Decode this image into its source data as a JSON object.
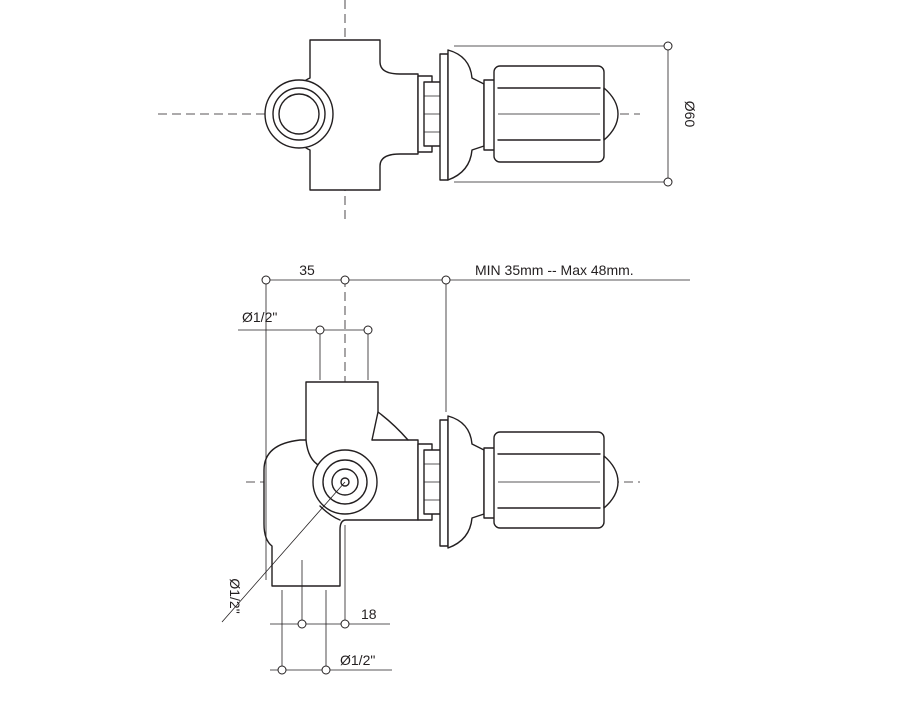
{
  "dimensions": {
    "diameter_top": "Ø60",
    "width_35": "35",
    "wall_range": "MIN 35mm -- Max 48mm.",
    "inlet_top": "Ø1/2\"",
    "outlet_diag": "Ø1/2\"",
    "offset_18": "18",
    "inlet_bottom": "Ø1/2\""
  }
}
